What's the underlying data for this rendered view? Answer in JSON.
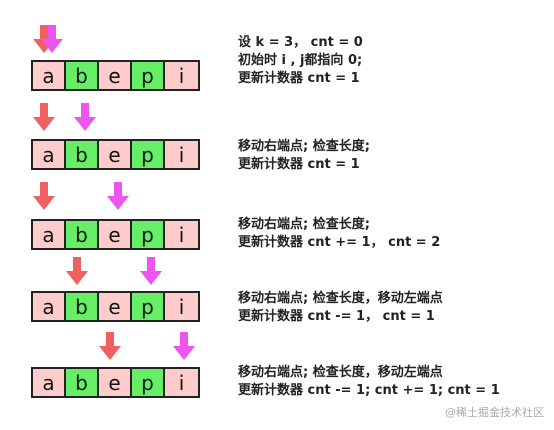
{
  "colors": {
    "left_arrow": "#f06060",
    "right_arrow": "#ee55ee",
    "cell_out_of_window": "#ffcccc",
    "cell_in_window": "#66ee66"
  },
  "letters": [
    "a",
    "b",
    "e",
    "p",
    "i"
  ],
  "steps": [
    {
      "left_pointer": 0,
      "right_pointer": 0,
      "window_cells": [
        1,
        3
      ],
      "lines": [
        "设 k = 3， cnt = 0",
        "初始时 i , j都指向 0;",
        "更新计数器 cnt = 1"
      ]
    },
    {
      "left_pointer": 0,
      "right_pointer": 1,
      "window_cells": [
        1,
        3
      ],
      "lines": [
        "移动右端点; 检查长度;",
        "更新计数器 cnt = 1"
      ]
    },
    {
      "left_pointer": 0,
      "right_pointer": 2,
      "window_cells": [
        1,
        3
      ],
      "lines": [
        "移动右端点; 检查长度;",
        "更新计数器 cnt += 1， cnt = 2"
      ]
    },
    {
      "left_pointer": 1,
      "right_pointer": 3,
      "window_cells": [
        1,
        3
      ],
      "lines": [
        "移动右端点; 检查长度，移动左端点",
        "更新计数器 cnt -= 1，  cnt = 1"
      ]
    },
    {
      "left_pointer": 2,
      "right_pointer": 4,
      "window_cells": [
        1,
        3
      ],
      "lines": [
        "移动右端点; 检查长度，移动左端点",
        "更新计数器 cnt -= 1;  cnt += 1;  cnt = 1"
      ]
    }
  ],
  "watermark": "@稀土掘金技术社区"
}
